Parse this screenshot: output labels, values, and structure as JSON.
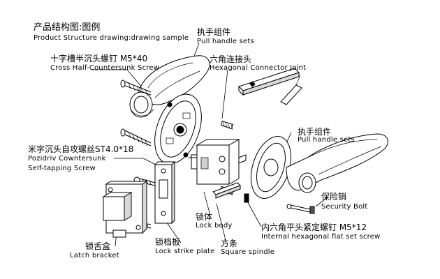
{
  "title": {
    "cn": "产品结构图:图例",
    "en": "Product Structure drawing:drawing sample"
  },
  "labels": {
    "pull_handle_top": {
      "cn": "执手组件",
      "en": "Pull handle sets"
    },
    "cross_screw": {
      "cn": "十字槽半沉头螺钉 M5*40",
      "en": "Cross Half-Countersunk Screw"
    },
    "hex_joint": {
      "cn": "六角连接头",
      "en": "Hexagonal  Connector Joint"
    },
    "pull_handle_right": {
      "cn": "执手组件",
      "en": "Pull handle sets"
    },
    "pozidriv_screw": {
      "cn": "米字沉头自攻螺丝ST4.0*18",
      "en1": "Pozidriv Cowntersunk",
      "en2": "Self-tapping Screw"
    },
    "security_bolt": {
      "cn": "保险销",
      "en": "Security Bolt"
    },
    "lock_body": {
      "cn": "锁体",
      "en": "Lock body"
    },
    "set_screw": {
      "cn": "内六角平头紧定螺钉 M5*12",
      "en": "Internal hexagonal flat set screw"
    },
    "square_spindle": {
      "cn": "方条",
      "en": "Square spindle"
    },
    "lock_strike": {
      "cn": "锁档板",
      "en": "Lock  strike plate"
    },
    "latch_bracket": {
      "cn": "锁舌盒",
      "en": "Latch bracket"
    }
  },
  "colors": {
    "line": "#000000",
    "fill": "#ffffff",
    "shade": "#d0d0d0",
    "dark": "#555555"
  }
}
